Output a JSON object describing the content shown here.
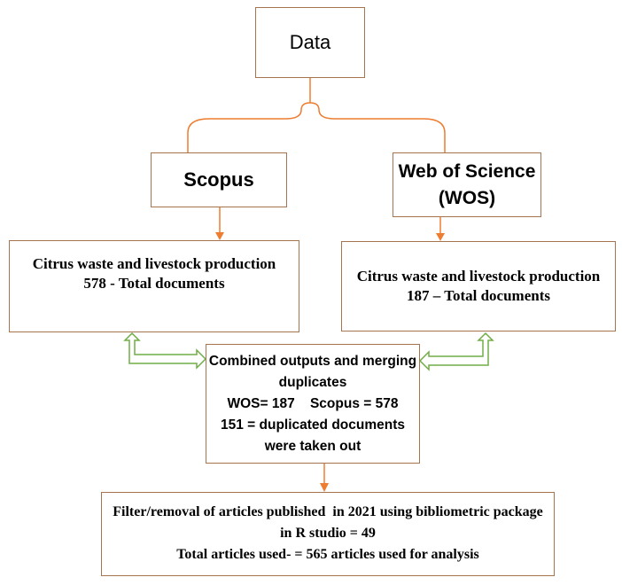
{
  "nodes": {
    "data": {
      "label": "Data"
    },
    "scopus": {
      "label": "Scopus"
    },
    "wos": {
      "line1": "Web of Science",
      "line2": "(WOS)"
    },
    "scopus_result": {
      "line1": "Citrus waste and livestock production",
      "line2": "578 - Total documents"
    },
    "wos_result": {
      "line1": "Citrus waste and livestock production",
      "line2": "187 – Total documents"
    },
    "combined": {
      "line1": "Combined outputs and merging",
      "line2": "duplicates",
      "line3": "WOS= 187    Scopus = 578",
      "line4": "151 = duplicated documents",
      "line5": "were taken out"
    },
    "filter": {
      "line1": "Filter/removal of articles published  in 2021 using bibliometric package",
      "line2": "in R studio = 49",
      "line3": "Total articles used- = 565 articles used for analysis"
    }
  },
  "colors": {
    "border": "#a6754f",
    "connector": "#ed7d31",
    "hollow_arrow": "#70ad47"
  }
}
